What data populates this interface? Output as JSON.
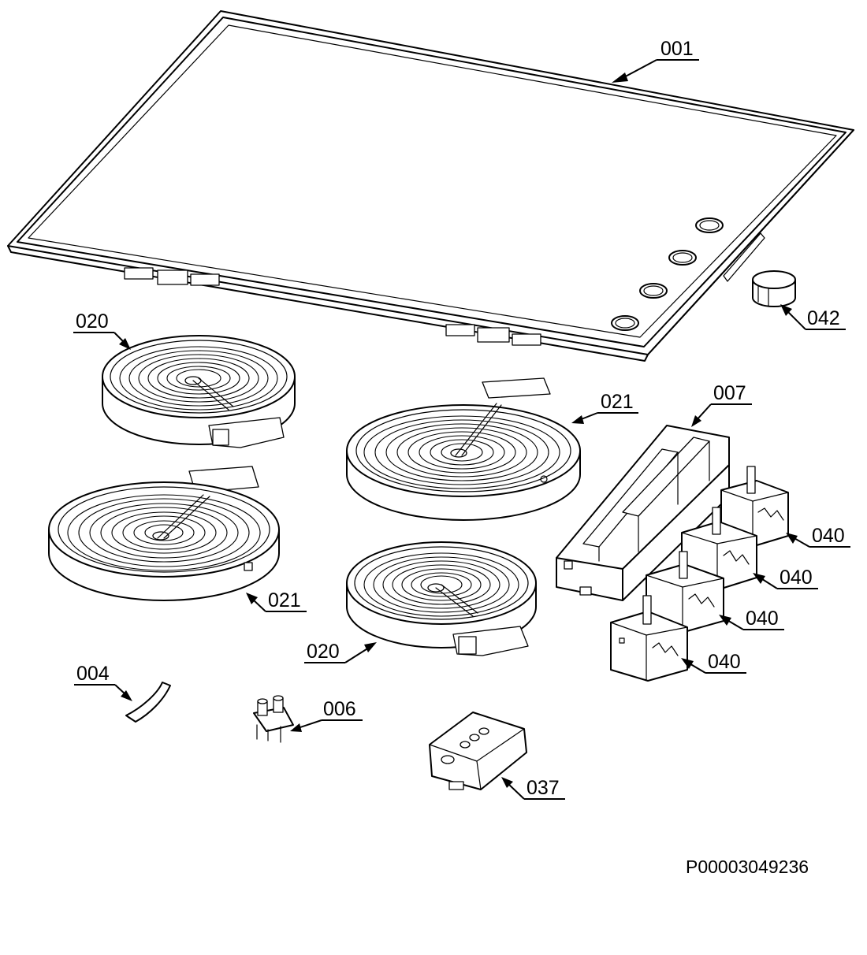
{
  "callouts": {
    "c001": "001",
    "c042": "042",
    "c020_top": "020",
    "c021_right": "021",
    "c007": "007",
    "c021_left": "021",
    "c040_a": "040",
    "c040_b": "040",
    "c040_c": "040",
    "c040_d": "040",
    "c020_bottom": "020",
    "c004": "004",
    "c006": "006",
    "c037": "037"
  },
  "document_id": "P00003049236"
}
